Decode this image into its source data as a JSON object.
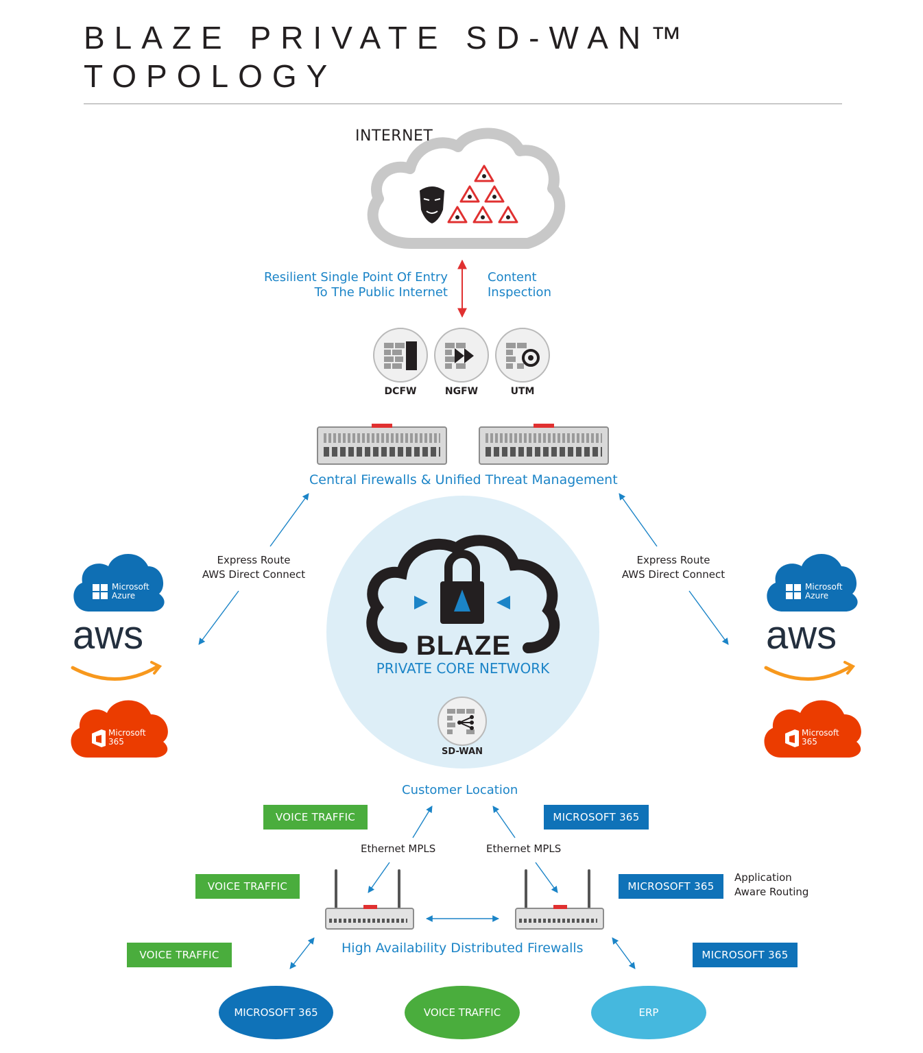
{
  "title": {
    "line1": "BLAZE PRIVATE SD-WAN™",
    "line2": "TOPOLOGY"
  },
  "internet": {
    "label": "INTERNET"
  },
  "entry": {
    "left_line1": "Resilient Single Point Of Entry",
    "left_line2": "To The Public Internet",
    "right_line1": "Content",
    "right_line2": "Inspection"
  },
  "security": {
    "items": [
      {
        "label": "DCFW"
      },
      {
        "label": "NGFW"
      },
      {
        "label": "UTM"
      }
    ]
  },
  "central": {
    "label": "Central Firewalls & Unified Threat Management"
  },
  "express_left": {
    "line1": "Express Route",
    "line2": "AWS Direct Connect"
  },
  "express_right": {
    "line1": "Express Route",
    "line2": "AWS Direct Connect"
  },
  "cloud_providers": {
    "azure": {
      "line1": "Microsoft",
      "line2": "Azure"
    },
    "aws": {
      "label": "aws"
    },
    "m365": {
      "line1": "Microsoft",
      "line2": "365"
    }
  },
  "core": {
    "brand": "BLAZE",
    "subtitle": "PRIVATE CORE NETWORK",
    "sdwan": "SD-WAN"
  },
  "customer": {
    "label": "Customer Location"
  },
  "tags": {
    "voice1": "VOICE TRAFFIC",
    "voice2": "VOICE TRAFFIC",
    "voice3": "VOICE TRAFFIC",
    "ms1": "MICROSOFT 365",
    "ms2": "MICROSOFT 365",
    "ms3": "MICROSOFT 365"
  },
  "links": {
    "left": "Ethernet MPLS",
    "right": "Ethernet MPLS"
  },
  "app_routing": {
    "line1": "Application",
    "line2": "Aware Routing"
  },
  "ha": {
    "label": "High Availability Distributed Firewalls"
  },
  "bottom": {
    "ms365": "MICROSOFT 365",
    "voice": "VOICE TRAFFIC",
    "erp": "ERP"
  },
  "colors": {
    "accent_blue": "#1b84c7",
    "tag_blue": "#0f72b8",
    "tag_green": "#4aad3d",
    "azure": "#0f6fb4",
    "office": "#eb3c00",
    "erp": "#45b8de",
    "arrow_red": "#e03030",
    "core_bg": "#ddeef7",
    "dark": "#231f20"
  }
}
